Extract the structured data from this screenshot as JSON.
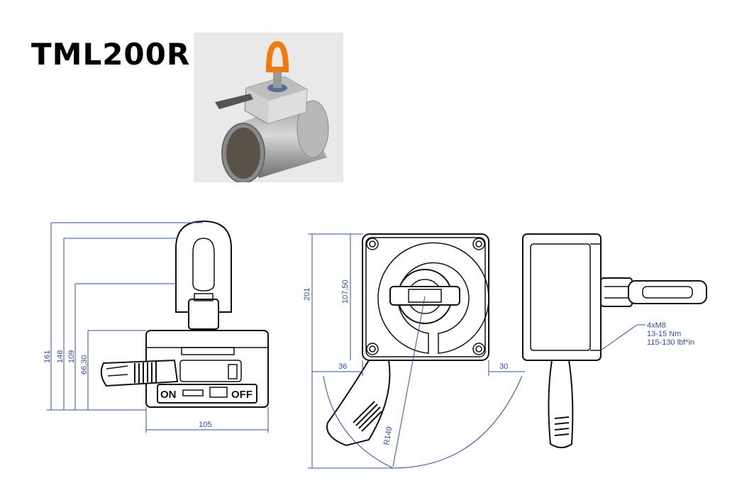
{
  "title": "TML200R",
  "photo": {
    "alt": "Magnetic lifter with swivel eye on steel pipe"
  },
  "front_view": {
    "dims": {
      "height_total": "161",
      "height_eye": "148",
      "height_body": "109",
      "height_base": "66,30",
      "width": "105"
    },
    "label_on": "ON",
    "label_off": "OFF"
  },
  "top_view": {
    "dims": {
      "overall": "201",
      "center": "107,50",
      "offset_left": "36",
      "offset_right": "30",
      "radius": "R149"
    }
  },
  "side_view": {
    "bolt_note": [
      "4xM8",
      "13-15 Nm",
      "115-130 lbf*in"
    ]
  },
  "colors": {
    "dimension": "#2f4fa6",
    "outline": "#111111"
  }
}
